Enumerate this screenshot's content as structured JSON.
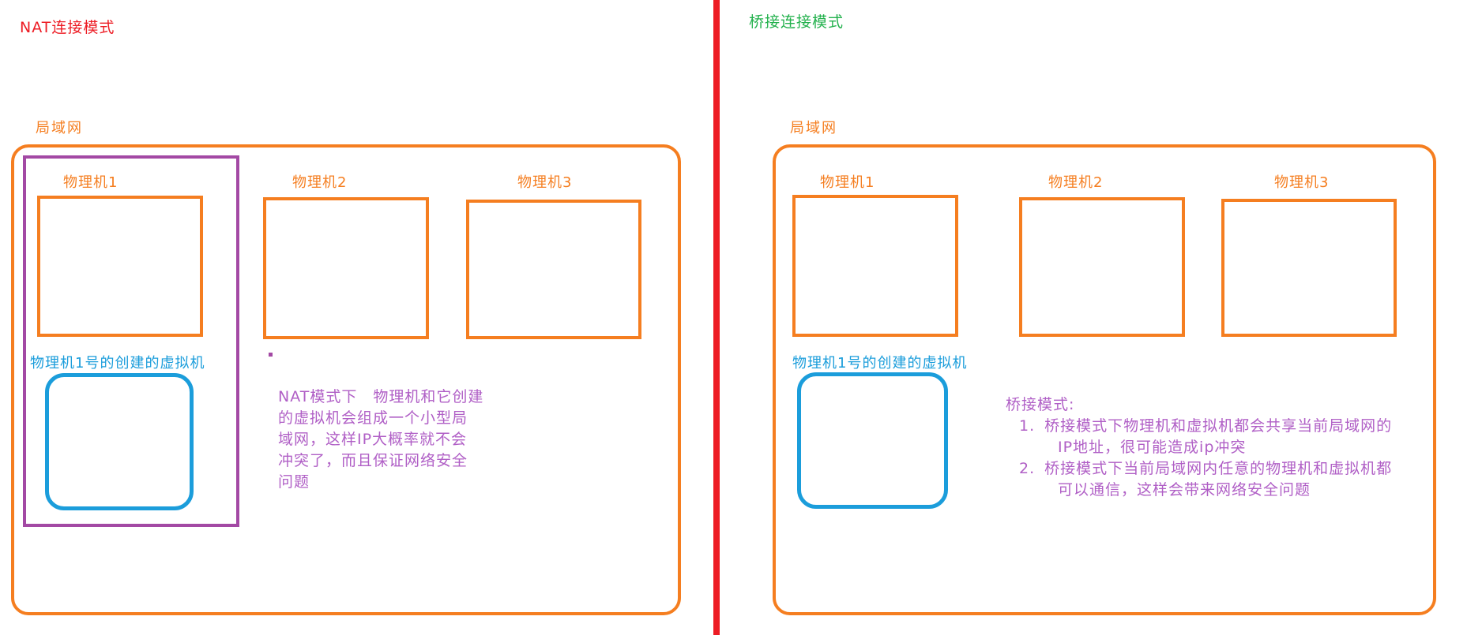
{
  "colors": {
    "red": "#ED1C24",
    "green": "#22B14C",
    "orange": "#F57E20",
    "purple": "#A349A4",
    "blue": "#1B9DDB",
    "note_purple": "#B05FC6"
  },
  "left": {
    "title": "NAT连接模式",
    "lan_label": "局域网",
    "machines": [
      "物理机1",
      "物理机2",
      "物理机3"
    ],
    "vm_owner_label": "物理机1号的创建的虚拟机",
    "note_lines": [
      "NAT模式下　物理机和它创建",
      "的虚拟机会组成一个小型局",
      "域网，这样IP大概率就不会",
      "冲突了，而且保证网络安全",
      "问题"
    ]
  },
  "right": {
    "title": "桥接连接模式",
    "lan_label": "局域网",
    "machines": [
      "物理机1",
      "物理机2",
      "物理机3"
    ],
    "vm_owner_label": "物理机1号的创建的虚拟机",
    "note": {
      "heading": "桥接模式:",
      "items": [
        {
          "num": "1.",
          "text": "桥接模式下物理机和虚拟机都会共享当前局域网的",
          "wrap": "IP地址，很可能造成ip冲突"
        },
        {
          "num": "2.",
          "text": "桥接模式下当前局域网内任意的物理机和虚拟机都",
          "wrap": "可以通信，这样会带来网络安全问题"
        }
      ]
    }
  }
}
